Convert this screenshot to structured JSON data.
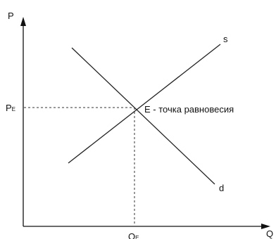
{
  "axes": {
    "y_label": "P",
    "x_label": "Q"
  },
  "price_label": {
    "main": "P",
    "sub": "E"
  },
  "quantity_label": {
    "main": "Q",
    "sub": "E"
  },
  "supply_label": "s",
  "demand_label": "d",
  "equilibrium_label": "E - точка равновесия"
}
